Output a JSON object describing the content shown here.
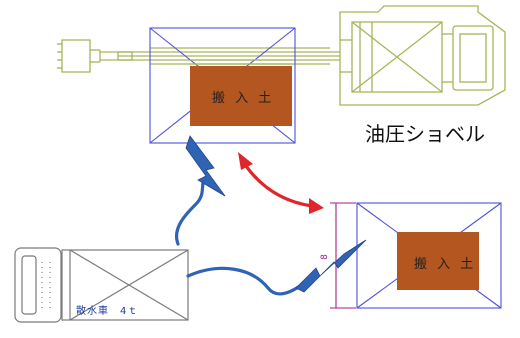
{
  "labels": {
    "soil_top": "搬 入 土",
    "soil_right": "搬 入 土",
    "excavator": "油圧ショベル",
    "truck": "散水車　4ｔ",
    "dimension": "8"
  },
  "colors": {
    "excavator_line": "#a9b45a",
    "area_frame": "#4f4fe0",
    "soil_fill": "#b4561f",
    "water_line": "#2f63b4",
    "arrow": "#e0262a",
    "dimension_line": "#a01e8a",
    "truck_line": "#7a7a7a"
  },
  "icons": {
    "water_spray_top": "lightning-bolt-icon",
    "water_spray_right": "lightning-bolt-icon",
    "transfer_arrow": "double-headed-curved-arrow-icon"
  }
}
